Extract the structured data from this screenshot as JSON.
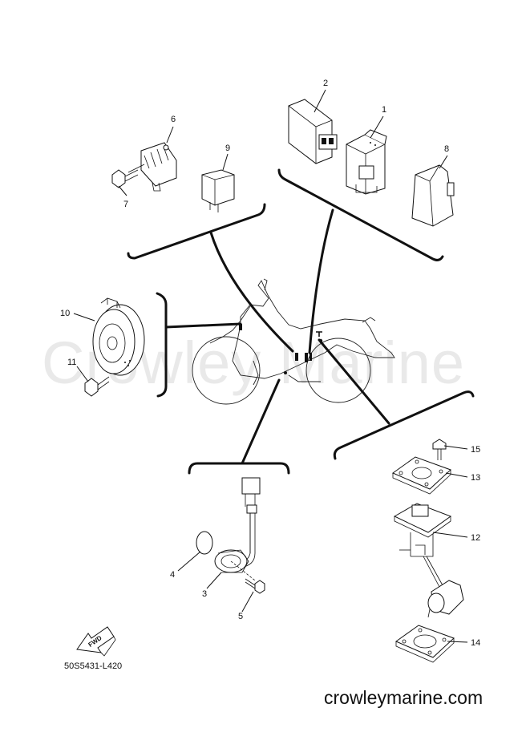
{
  "watermark": "Crowley Marine",
  "diagram_code": "50S5431-L420",
  "site_url": "crowleymarine.com",
  "fwd_label": "FWD",
  "callouts": [
    {
      "id": "1",
      "label": "1"
    },
    {
      "id": "2",
      "label": "2"
    },
    {
      "id": "3",
      "label": "3"
    },
    {
      "id": "4",
      "label": "4"
    },
    {
      "id": "5",
      "label": "5"
    },
    {
      "id": "6",
      "label": "6"
    },
    {
      "id": "7",
      "label": "7"
    },
    {
      "id": "8",
      "label": "8"
    },
    {
      "id": "9",
      "label": "9"
    },
    {
      "id": "10",
      "label": "10"
    },
    {
      "id": "11",
      "label": "11"
    },
    {
      "id": "12",
      "label": "12"
    },
    {
      "id": "13",
      "label": "13"
    },
    {
      "id": "14",
      "label": "14"
    },
    {
      "id": "15",
      "label": "15"
    }
  ]
}
